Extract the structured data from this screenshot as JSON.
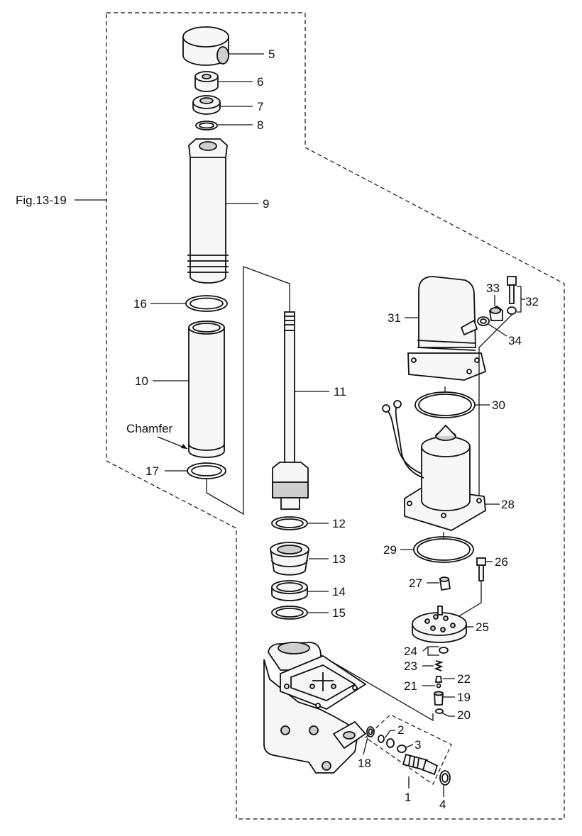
{
  "figure_ref": "Fig.13-19",
  "chamfer_label": "Chamfer",
  "callouts": {
    "c1": "1",
    "c2": "2",
    "c3": "3",
    "c4": "4",
    "c5": "5",
    "c6": "6",
    "c7": "7",
    "c8": "8",
    "c9": "9",
    "c10": "10",
    "c11": "11",
    "c12": "12",
    "c13": "13",
    "c14": "14",
    "c15": "15",
    "c16": "16",
    "c17": "17",
    "c18": "18",
    "c19": "19",
    "c20": "20",
    "c21": "21",
    "c22": "22",
    "c23": "23",
    "c24": "24",
    "c25": "25",
    "c26": "26",
    "c27": "27",
    "c28": "28",
    "c29": "29",
    "c30": "30",
    "c31": "31",
    "c32": "32",
    "c33": "33",
    "c34": "34"
  }
}
